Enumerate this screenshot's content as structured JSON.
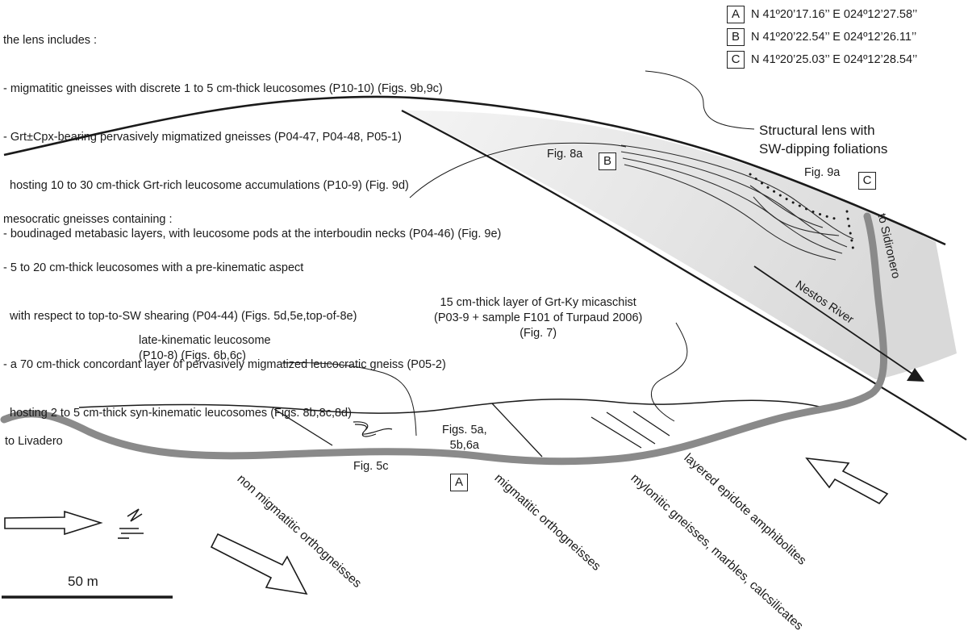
{
  "lens_description": {
    "heading": "the lens includes :",
    "items": [
      "- migmatitic gneisses with discrete 1 to 5 cm-thick leucosomes (P10-10) (Figs. 9b,9c)",
      "- Grt±Cpx-bearing pervasively migmatized gneisses (P04-47, P04-48, P05-1)",
      "  hosting 10 to 30 cm-thick Grt-rich leucosome accumulations (P10-9) (Fig. 9d)",
      "- boudinaged metabasic layers, with leucosome pods at the interboudin necks (P04-46) (Fig. 9e)"
    ]
  },
  "mesocratic_description": {
    "heading": "mesocratic gneisses containing :",
    "items": [
      "- 5 to 20 cm-thick leucosomes with a pre-kinematic aspect",
      "  with respect to top-to-SW shearing (P04-44) (Figs. 5d,5e,top-of-8e)",
      "- a 70 cm-thick concordant layer of pervasively migmatized leucocratic gneiss (P05-2)",
      "  hosting 2 to 5 cm-thick syn-kinematic leucosomes (Figs. 8b,8c,8d)"
    ]
  },
  "coordinates": [
    {
      "id": "A",
      "text": "N 41º20’17.16’’ E 024º12’27.58’’"
    },
    {
      "id": "B",
      "text": "N 41º20’22.54’’ E 024º12’26.11’’"
    },
    {
      "id": "C",
      "text": "N 41º20’25.03’’ E 024º12’28.54’’"
    }
  ],
  "labels": {
    "structural_lens": "Structural lens with\nSW-dipping foliations",
    "micaschist": "15 cm-thick layer of Grt-Ky micaschist\n(P03-9 + sample F101 of Turpaud 2006)\n(Fig. 7)",
    "late_leucosome": "late-kinematic leucosome\n(P10-8) (Figs. 6b,6c)",
    "fig8a": "Fig. 8a",
    "fig9a": "Fig. 9a",
    "figs5a": "Figs. 5a,\n5b,6a",
    "fig5c": "Fig. 5c",
    "to_livadero": "to Livadero",
    "to_sidironero": "to Sidironero",
    "nestos_river": "Nestos River",
    "scale": "50 m",
    "north": "N"
  },
  "site_markers": {
    "a": "A",
    "b": "B",
    "c": "C"
  },
  "units": {
    "non_migmatitic": "non migmatitic orthogneisses",
    "migmatitic": "migmatitic orthogneisses",
    "mylonitic": "mylonitic gneisses, marbles, calcsilicates",
    "epidote": "layered epidote amphibolites"
  },
  "colors": {
    "lens_fill": "#e3e3e3",
    "road": "#8a8a8a",
    "ink": "#1a1a1a"
  }
}
